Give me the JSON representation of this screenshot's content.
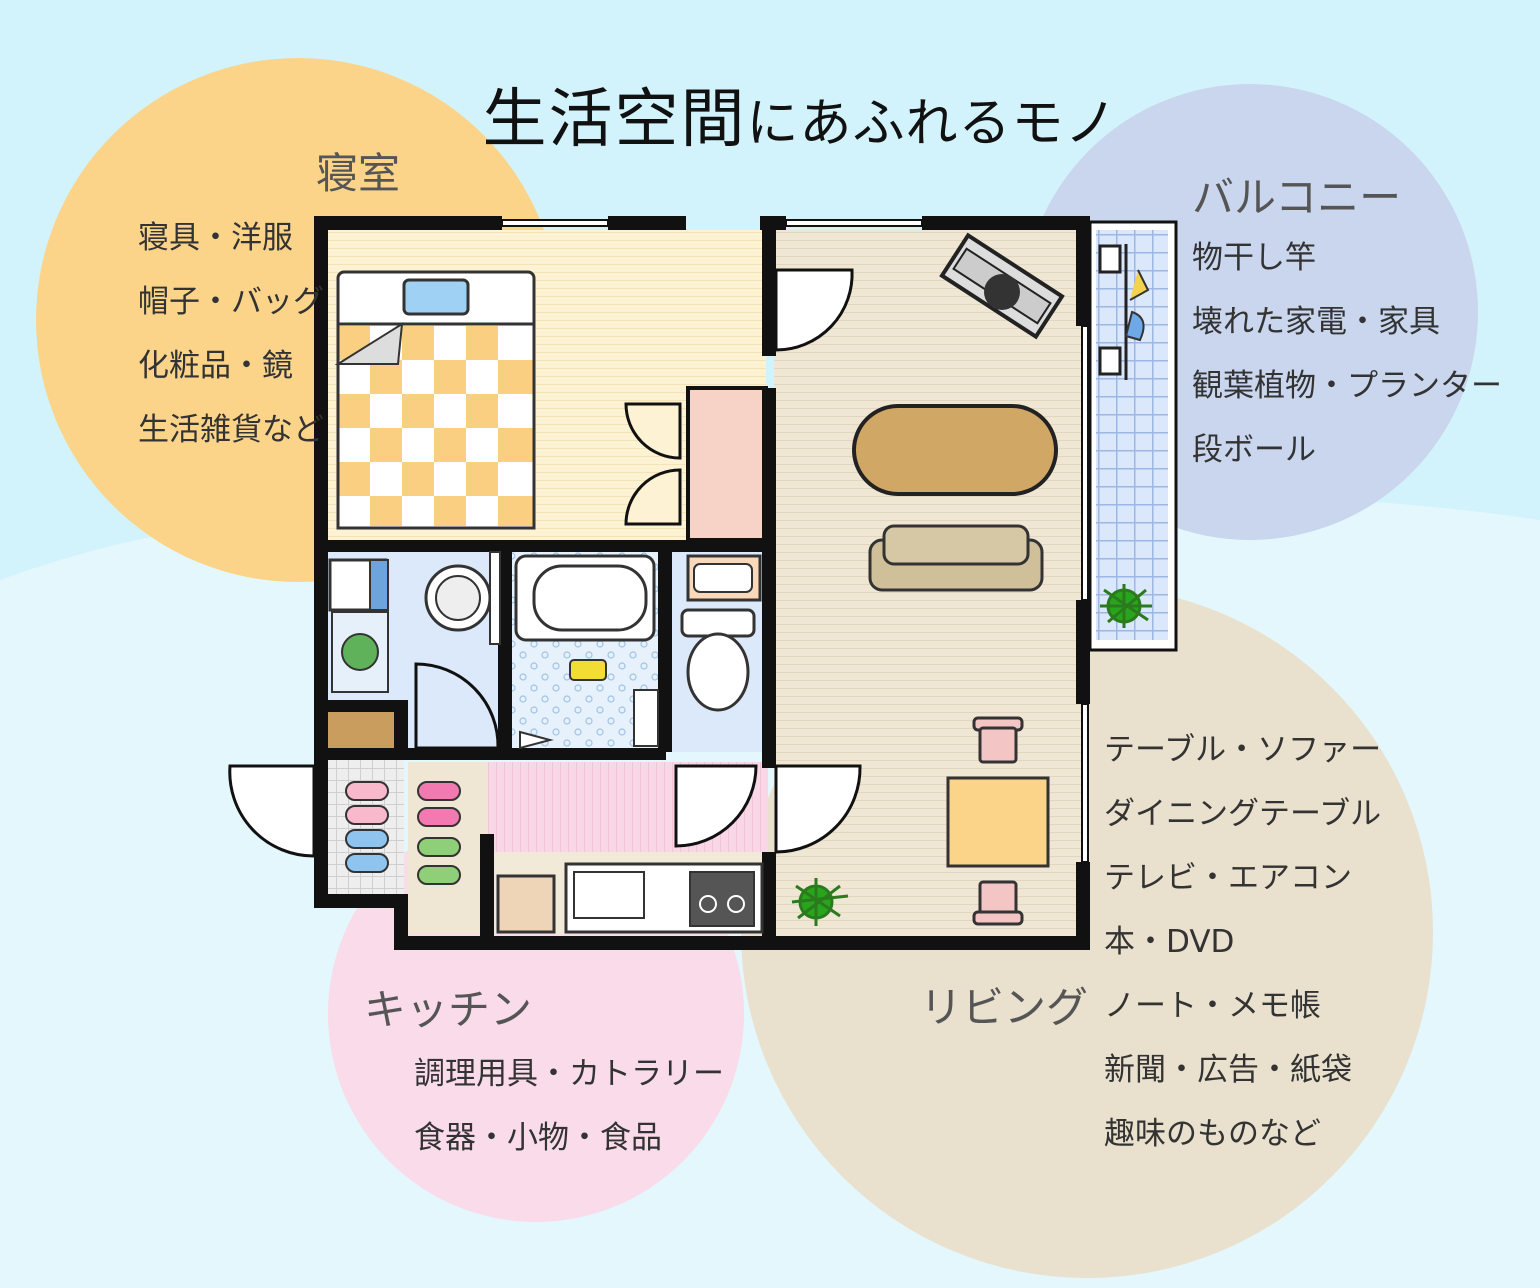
{
  "title": {
    "main": "生活空間",
    "sub": "にあふれるモノ"
  },
  "rooms": {
    "bedroom": {
      "label": "寝室",
      "items": [
        "寝具・洋服",
        "帽子・バッグ",
        "化粧品・鏡",
        "生活雑貨など"
      ],
      "color": "#fbd48a"
    },
    "balcony": {
      "label": "バルコニー",
      "items": [
        "物干し竿",
        "壊れた家電・家具",
        "観葉植物・プランター",
        "段ボール"
      ],
      "color": "#c9d6ee"
    },
    "living": {
      "label": "リビング",
      "items": [
        "テーブル・ソファー",
        "ダイニングテーブル",
        "テレビ・エアコン",
        "本・DVD",
        "ノート・メモ帳",
        "新聞・広告・紙袋",
        "趣味のものなど"
      ],
      "color": "#e9e0cd"
    },
    "kitchen": {
      "label": "キッチン",
      "items": [
        "調理用具・カトラリー",
        "食器・小物・食品"
      ],
      "color": "#f9dbe9"
    }
  }
}
